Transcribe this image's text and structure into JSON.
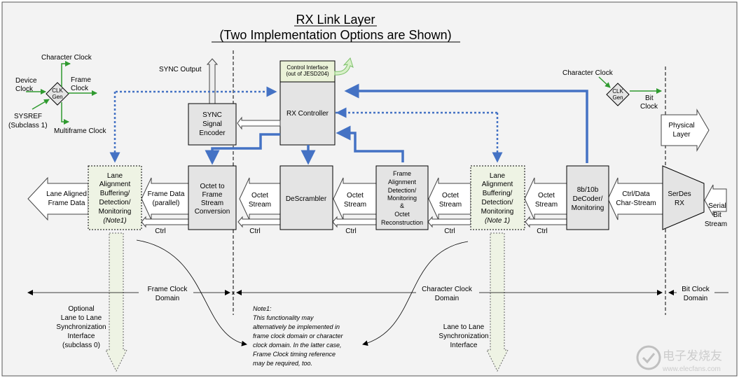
{
  "title": "RX Link Layer",
  "subtitle": "(Two Implementation Options are Shown)",
  "colors": {
    "blue": "#4472c4",
    "green": "#2f9a2f",
    "box_fill": "#e4e4e4",
    "dotted_fill": "#eef3e4",
    "panel_fill": "#f3f3f3"
  },
  "clk_left": {
    "gen": [
      "CLK",
      "Gen"
    ],
    "character_clock": "Character Clock",
    "device_clock": [
      "Device",
      "Clock"
    ],
    "frame_clock": [
      "Frame",
      "Clock"
    ],
    "sysref": [
      "SYSREF",
      "(Subclass 1)"
    ],
    "multiframe_clock": "Multiframe Clock"
  },
  "clk_right": {
    "gen": [
      "CLK",
      "Gen"
    ],
    "character_clock": "Character Clock",
    "bit_clock": [
      "Bit",
      "Clock"
    ]
  },
  "sync_output": "SYNC Output",
  "control_interface": [
    "Control Interface",
    "(out of JESD204)"
  ],
  "physical_layer": [
    "Physical",
    "Layer"
  ],
  "blocks": {
    "sync_encoder": [
      "SYNC",
      "Signal",
      "Encoder"
    ],
    "rx_controller": "RX Controller",
    "lane_align_left": [
      "Lane",
      "Alignment",
      "Buffering/",
      "Detection/",
      "Monitoring",
      "(Note1)"
    ],
    "octet_to_frame": [
      "Octet to",
      "Frame",
      "Stream",
      "Conversion"
    ],
    "descrambler": "DeScrambler",
    "frame_align": [
      "Frame",
      "Alignment",
      "Detection/",
      "Monitoring",
      "&",
      "Octet",
      "Reconstruction"
    ],
    "lane_align_right": [
      "Lane",
      "Alignment",
      "Buffering/",
      "Detection/",
      "Monitoring",
      "(Note 1)"
    ],
    "decoder": [
      "8b/10b",
      "DeCoder/",
      "Monitoring"
    ],
    "serdes": [
      "SerDes",
      "RX"
    ]
  },
  "flow": {
    "lane_aligned_frame_data": [
      "Lane Aligned",
      "Frame Data"
    ],
    "frame_data_parallel": [
      "Frame Data",
      "(parallel)"
    ],
    "octet_stream": [
      "Octet",
      "Stream"
    ],
    "ctrl_data": [
      "Ctrl/Data",
      "Char-Stream"
    ],
    "serial_bit_stream": [
      "Serial",
      "Bit",
      "Stream"
    ],
    "ctrl": "Ctrl"
  },
  "domains": {
    "frame_clock": [
      "Frame Clock",
      "Domain"
    ],
    "character_clock": [
      "Character Clock",
      "Domain"
    ],
    "bit_clock": [
      "Bit Clock",
      "Domain"
    ]
  },
  "interfaces": {
    "optional_l2l": [
      "Optional",
      "Lane to Lane",
      "Synchronization",
      "Interface",
      "(subclass 0)"
    ],
    "l2l": [
      "Lane to Lane",
      "Synchronization",
      "Interface"
    ]
  },
  "note": [
    "Note1:",
    "This functionality may",
    "alternatively be implemented in",
    "frame clock domain or character",
    "clock domain. In the latter case,",
    "Frame Clock timing reference",
    "may be required, too."
  ],
  "watermark": {
    "brand": "电子发烧友",
    "url": "www.elecfans.com"
  }
}
